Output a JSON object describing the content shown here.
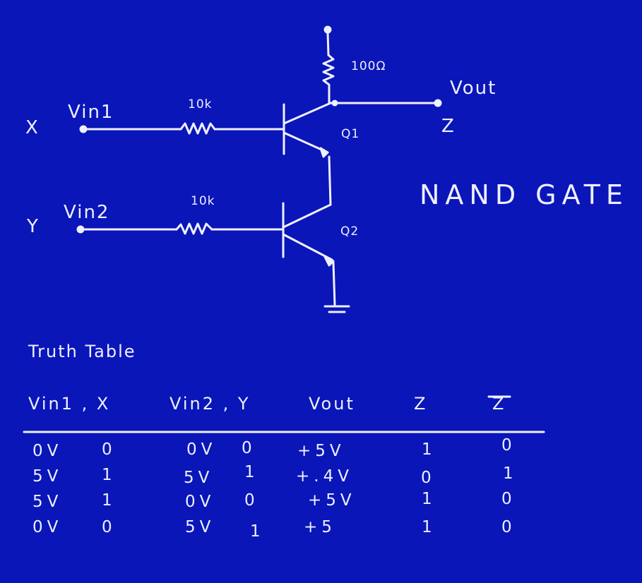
{
  "circuit": {
    "resistor_top": "100Ω",
    "resistor_1": "10k",
    "resistor_2": "10k",
    "input_1": "Vin1",
    "input_2": "Vin2",
    "input_x": "X",
    "input_y": "Y",
    "output": "Vout",
    "output_z": "Z",
    "transistor_1": "Q1",
    "transistor_2": "Q2"
  },
  "title": "NAND GATE",
  "truth_table": {
    "caption": "Truth Table",
    "headers": [
      "Vin1 , X",
      "Vin2 , Y",
      "Vout",
      "Z",
      "Z"
    ],
    "rows": [
      [
        "0V",
        "0",
        "0V",
        "0",
        "+5V",
        "1",
        "0"
      ],
      [
        "5V",
        "1",
        "5V",
        "1",
        "+.4V",
        "0",
        "1"
      ],
      [
        "5V",
        "1",
        "0V",
        "0",
        "+5V",
        "1",
        "0"
      ],
      [
        "0V",
        "0",
        "5V",
        "1",
        "+5",
        "1",
        "0"
      ]
    ]
  }
}
